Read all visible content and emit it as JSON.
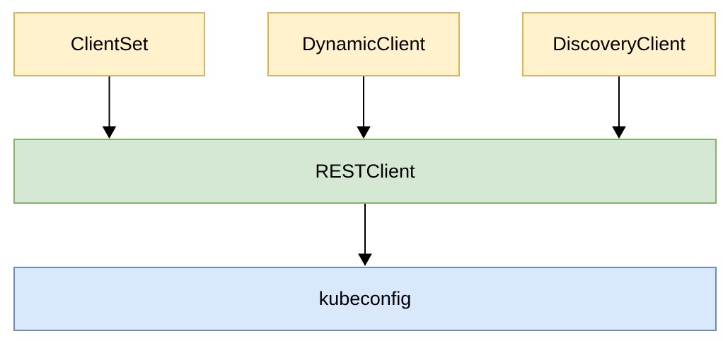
{
  "diagram": {
    "background": "#FFFFFF",
    "nodes": [
      {
        "id": "clientset",
        "label": "ClientSet",
        "fill": "#FFF2CC",
        "border": "#D6B656"
      },
      {
        "id": "dynamicclient",
        "label": "DynamicClient",
        "fill": "#FFF2CC",
        "border": "#D6B656"
      },
      {
        "id": "discoveryclient",
        "label": "DiscoveryClient",
        "fill": "#FFF2CC",
        "border": "#D6B656"
      },
      {
        "id": "restclient",
        "label": "RESTClient",
        "fill": "#D5E8D4",
        "border": "#82B366"
      },
      {
        "id": "kubeconfig",
        "label": "kubeconfig",
        "fill": "#DAE8FC",
        "border": "#6C8EBF"
      }
    ],
    "edges": [
      {
        "from": "ClientSet",
        "to": "RESTClient",
        "arrow": "down"
      },
      {
        "from": "DynamicClient",
        "to": "RESTClient",
        "arrow": "down"
      },
      {
        "from": "DiscoveryClient",
        "to": "RESTClient",
        "arrow": "down"
      },
      {
        "from": "RESTClient",
        "to": "kubeconfig",
        "arrow": "down"
      }
    ],
    "edge_color": "#000000",
    "text_color": "#000000"
  }
}
